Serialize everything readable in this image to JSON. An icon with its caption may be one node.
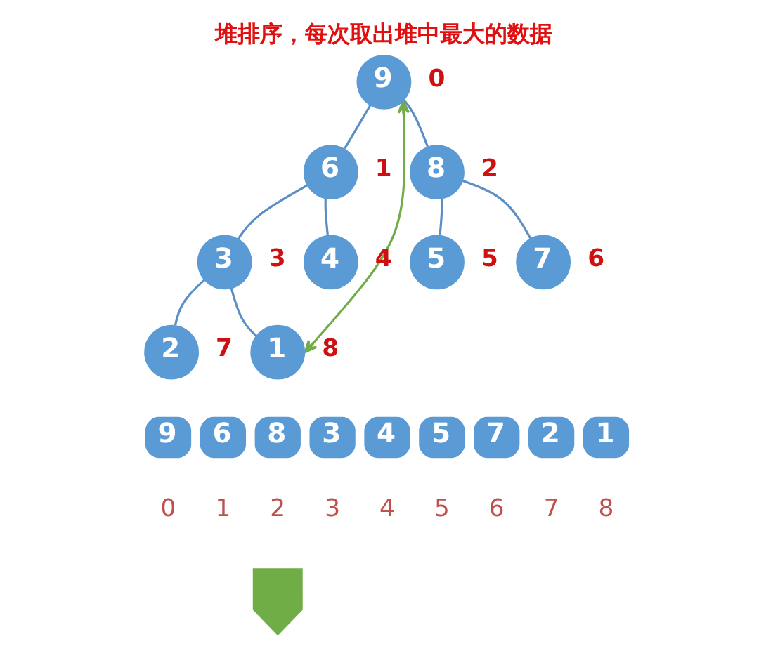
{
  "diagram": {
    "title": "堆排序，每次取出堆中最大的数据",
    "nodes": [
      {
        "text": [
          "9"
        ],
        "beside": [
          "0"
        ]
      },
      {
        "text": [
          "6"
        ],
        "beside": [
          "1"
        ]
      },
      {
        "text": [
          "8"
        ],
        "beside": [
          "2"
        ]
      },
      {
        "text": [
          "3"
        ],
        "beside": [
          "3"
        ]
      },
      {
        "text": [
          "4"
        ],
        "beside": [
          "4"
        ]
      },
      {
        "text": [
          "5"
        ],
        "beside": [
          "5"
        ]
      },
      {
        "text": [
          "7"
        ],
        "beside": [
          "6"
        ]
      },
      {
        "text": [
          "2"
        ],
        "beside": [
          "7"
        ]
      },
      {
        "text": [
          "1"
        ],
        "beside": [
          "8"
        ]
      },
      {
        "text": [
          "9"
        ]
      },
      {
        "text": [
          "6"
        ]
      },
      {
        "text": [
          "8"
        ]
      },
      {
        "text": [
          "3"
        ]
      },
      {
        "text": [
          "4"
        ]
      },
      {
        "text": [
          "5"
        ]
      },
      {
        "text": [
          "7"
        ]
      },
      {
        "text": [
          "2"
        ]
      },
      {
        "text": [
          "1"
        ]
      },
      {
        "text": [],
        "shape": "arrow"
      }
    ],
    "edges": [
      {
        "from": 0,
        "to": 1,
        "arrow": "none"
      },
      {
        "from": 0,
        "to": 2,
        "arrow": "none"
      },
      {
        "from": 1,
        "to": 3,
        "arrow": "none"
      },
      {
        "from": 1,
        "to": 4,
        "arrow": "none"
      },
      {
        "from": 2,
        "to": 5,
        "arrow": "none"
      },
      {
        "from": 2,
        "to": 6,
        "arrow": "none"
      },
      {
        "from": 3,
        "to": 7,
        "arrow": "none"
      },
      {
        "from": 3,
        "to": 8,
        "arrow": "none"
      },
      {
        "from": 8,
        "to": 0,
        "arrow": "both",
        "color": "#70ad47"
      }
    ],
    "labels": [
      "0",
      "1",
      "2",
      "3",
      "4",
      "5",
      "6",
      "7",
      "8"
    ]
  }
}
